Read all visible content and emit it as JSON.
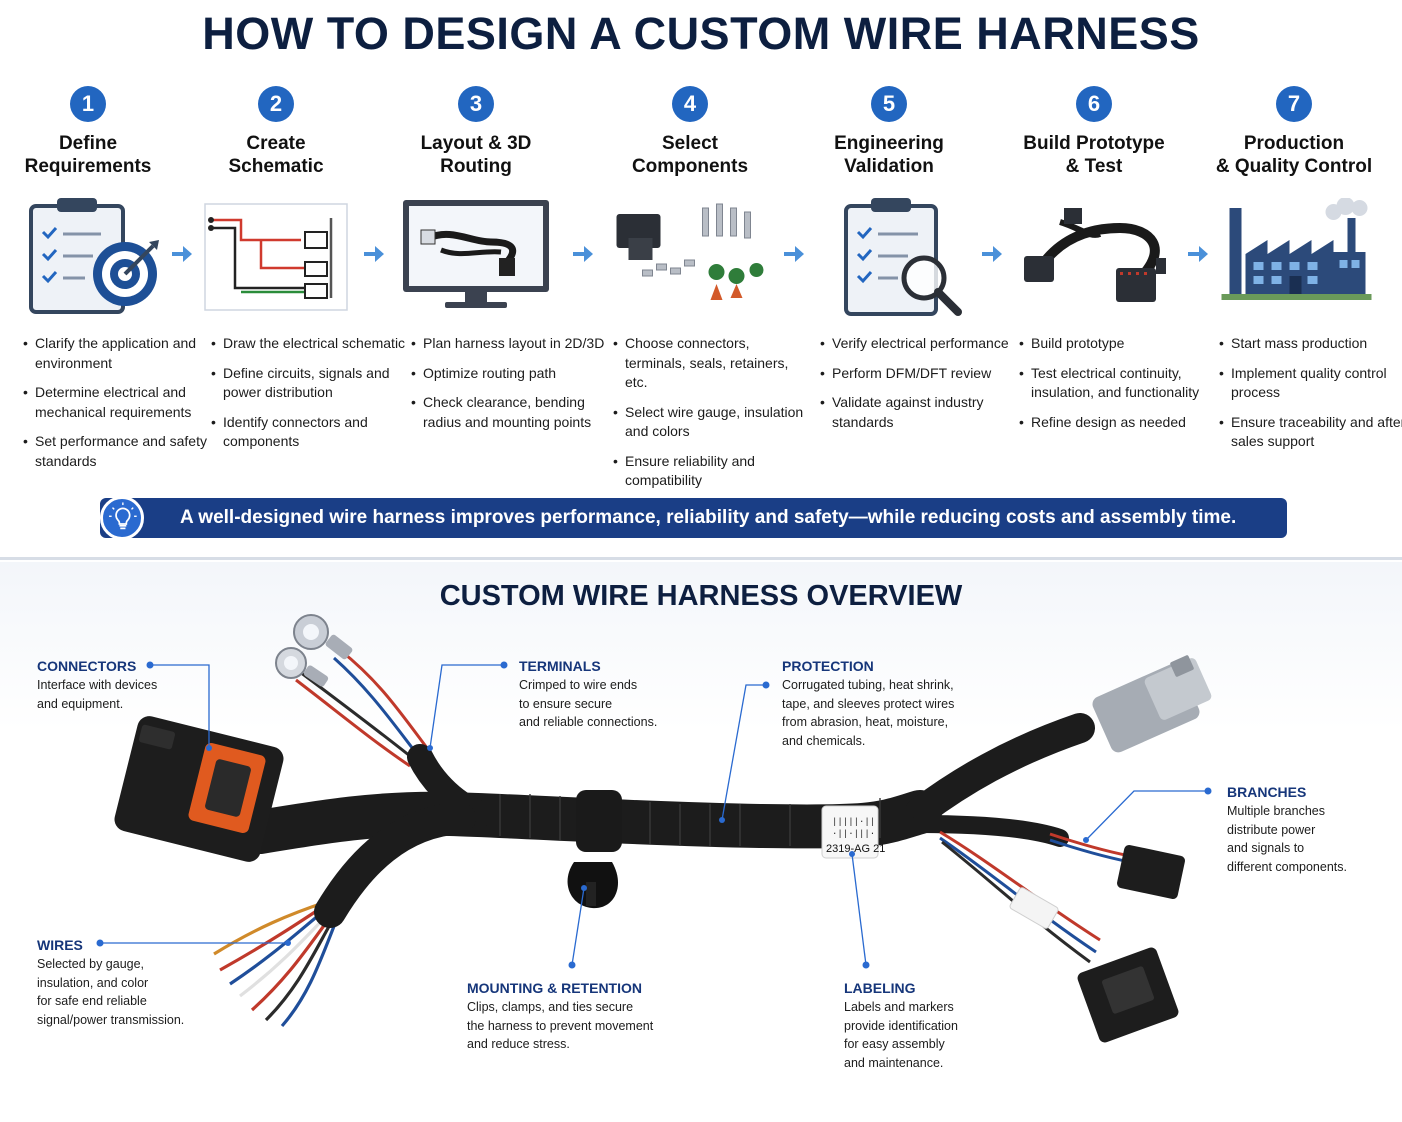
{
  "title": "HOW TO DESIGN A CUSTOM WIRE HARNESS",
  "steps": [
    {
      "num": "1",
      "title_lines": [
        "Define",
        "Requirements"
      ],
      "icon": "clipboard-target-icon",
      "bullets": [
        "Clarify the application and environment",
        "Determine electrical and mechanical requirements",
        "Set performance and safety standards"
      ]
    },
    {
      "num": "2",
      "title_lines": [
        "Create",
        "Schematic"
      ],
      "icon": "schematic-icon",
      "bullets": [
        "Draw the electrical schematic",
        "Define circuits, signals and power distribution",
        "Identify connectors and components"
      ]
    },
    {
      "num": "3",
      "title_lines": [
        "Layout & 3D",
        "Routing"
      ],
      "icon": "monitor-routing-icon",
      "bullets": [
        "Plan harness layout in 2D/3D",
        "Optimize routing path",
        "Check clearance, bending radius and mounting points"
      ]
    },
    {
      "num": "4",
      "title_lines": [
        "Select",
        "Components"
      ],
      "icon": "components-icon",
      "bullets": [
        "Choose connectors, terminals, seals, retainers, etc.",
        "Select wire gauge, insulation and colors",
        "Ensure reliability and compatibility"
      ]
    },
    {
      "num": "5",
      "title_lines": [
        "Engineering",
        "Validation"
      ],
      "icon": "clipboard-magnifier-icon",
      "bullets": [
        "Verify electrical performance",
        "Perform DFM/DFT review",
        "Validate against industry standards"
      ]
    },
    {
      "num": "6",
      "title_lines": [
        "Build Prototype",
        "& Test"
      ],
      "icon": "prototype-harness-icon",
      "bullets": [
        "Build prototype",
        "Test electrical continuity, insulation, and functionality",
        "Refine design as needed"
      ]
    },
    {
      "num": "7",
      "title_lines": [
        "Production",
        "& Quality Control"
      ],
      "icon": "factory-icon",
      "bullets": [
        "Start mass production",
        "Implement quality control process",
        "Ensure traceability and after-sales support"
      ]
    }
  ],
  "banner": {
    "icon": "lightbulb-icon",
    "text": "A well-designed wire harness improves performance, reliability and safety—while reducing costs and assembly time."
  },
  "overview": {
    "title": "CUSTOM WIRE HARNESS OVERVIEW",
    "callouts": {
      "connectors": {
        "title": "CONNECTORS",
        "desc": [
          "Interface with devices",
          "and equipment."
        ]
      },
      "terminals": {
        "title": "TERMINALS",
        "desc": [
          "Crimped to wire ends",
          "to ensure secure",
          "and reliable connections."
        ]
      },
      "protection": {
        "title": "PROTECTION",
        "desc": [
          "Corrugated tubing, heat shrink,",
          "tape, and sleeves protect wires",
          "from abrasion, heat, moisture,",
          "and chemicals."
        ]
      },
      "branches": {
        "title": "BRANCHES",
        "desc": [
          "Multiple branches",
          "distribute power",
          "and signals to",
          "different components."
        ]
      },
      "wires": {
        "title": "WIRES",
        "desc": [
          "Selected by gauge,",
          "insulation, and color",
          "for safe end reliable",
          "signal/power transmission."
        ]
      },
      "mounting": {
        "title": "MOUNTING & RETENTION",
        "desc": [
          "Clips, clamps, and ties secure",
          "the harness to prevent movement",
          "and reduce stress."
        ]
      },
      "labeling": {
        "title": "LABELING",
        "desc": [
          "Labels and markers",
          "provide identification",
          "for easy assembly",
          "and maintenance."
        ]
      }
    },
    "label_text": "2319-AG 21"
  },
  "colors": {
    "navy": "#0d1f40",
    "accent_blue": "#2266c0",
    "banner": "#1a3e86",
    "callout_title": "#16367a",
    "line": "#2a6ad0"
  }
}
